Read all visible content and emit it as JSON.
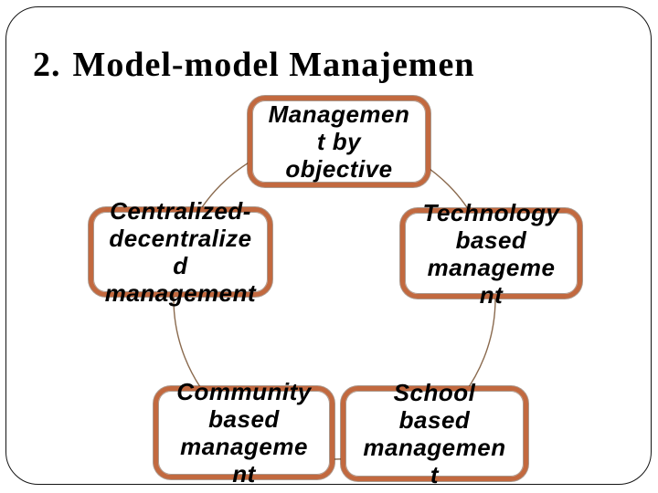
{
  "slide": {
    "title_number": "2.",
    "title_text": "Model-model Manajemen"
  },
  "diagram": {
    "type": "cycle",
    "nodes": [
      {
        "id": "management-by-objective",
        "label": "Managemen\nt by\nobjective"
      },
      {
        "id": "centralized-decentralized-management",
        "label": "Centralized-\ndecentralize\nd\nmanagement"
      },
      {
        "id": "technology-based-management",
        "label": "Technology\nbased\nmanageme\nnt"
      },
      {
        "id": "community-based-management",
        "label": "Community\nbased\nmanageme\nnt"
      },
      {
        "id": "school-based-management",
        "label": "School\nbased\nmanagemen\nt"
      }
    ]
  },
  "colors": {
    "background": "#FFFFFF",
    "text": "#000000",
    "slide_border": "#141414",
    "node_border": "#C2693F",
    "node_border_edge": "#58311A",
    "connector": "#8A6A4E"
  }
}
